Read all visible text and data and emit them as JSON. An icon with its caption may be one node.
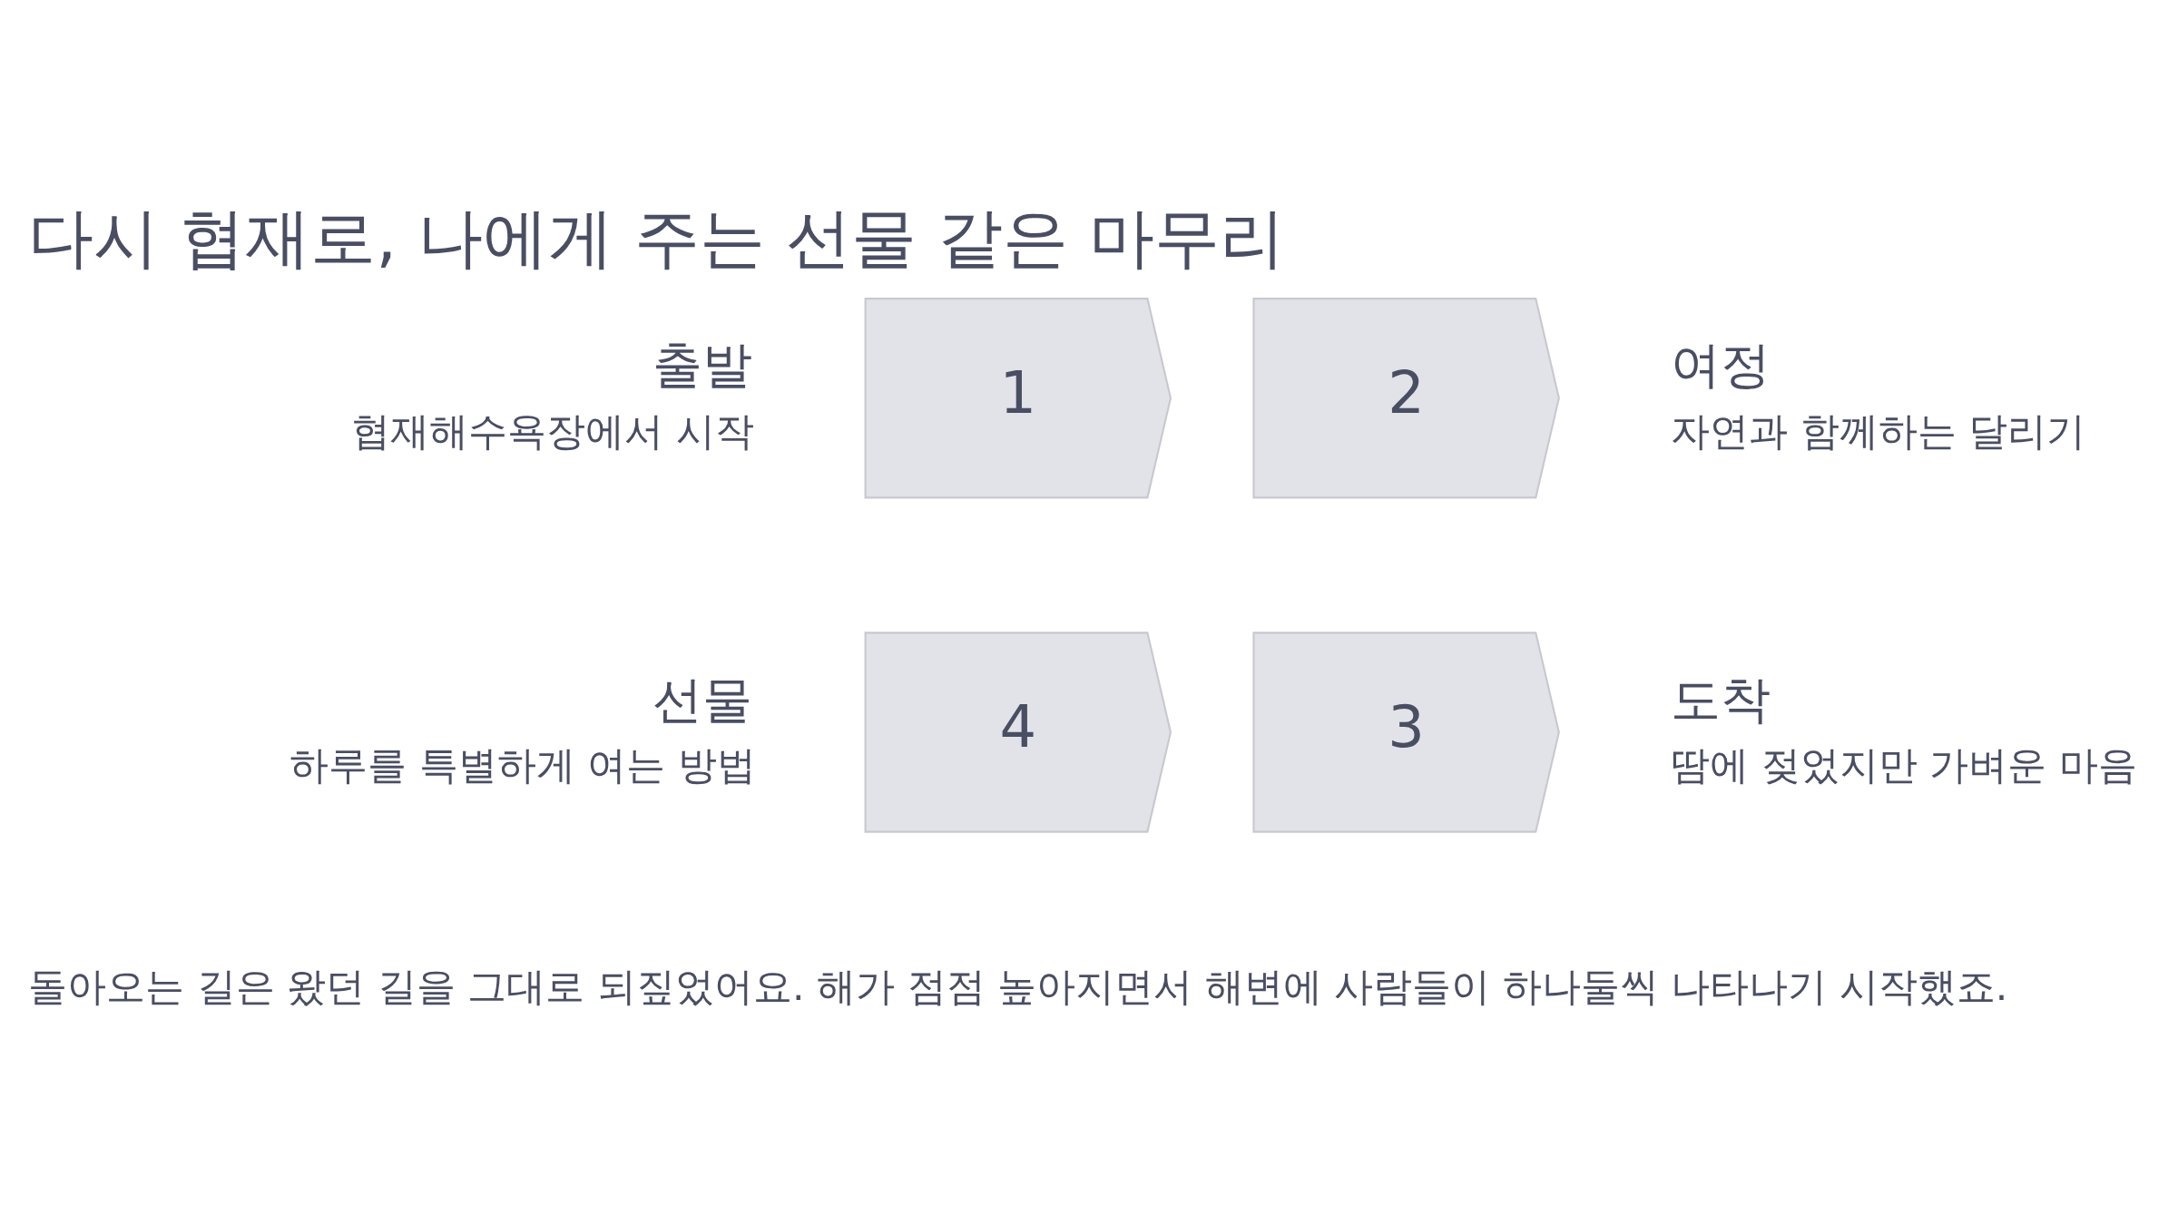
{
  "diagram": {
    "title": "다시 협재로, 나에게 주는 선물 같은 마무리",
    "caption": "돌아오는 길은 왔던 길을 그대로 되짚었어요. 해가 점점 높아지면서 해변에 사람들이 하나둘씩 나타나기 시작했죠.",
    "nodes": [
      {
        "text": [
          "1"
        ],
        "beside": [
          "출발",
          "협재해수욕장에서 시작"
        ]
      },
      {
        "text": [
          "2"
        ],
        "beside": [
          "여정",
          "자연과 함께하는 달리기"
        ]
      },
      {
        "text": [
          "3"
        ],
        "beside": [
          "도착",
          "땀에 젖었지만 가벼운 마음"
        ]
      },
      {
        "text": [
          "4"
        ],
        "beside": [
          "선물",
          "하루를 특별하게 여는 방법"
        ]
      }
    ]
  }
}
